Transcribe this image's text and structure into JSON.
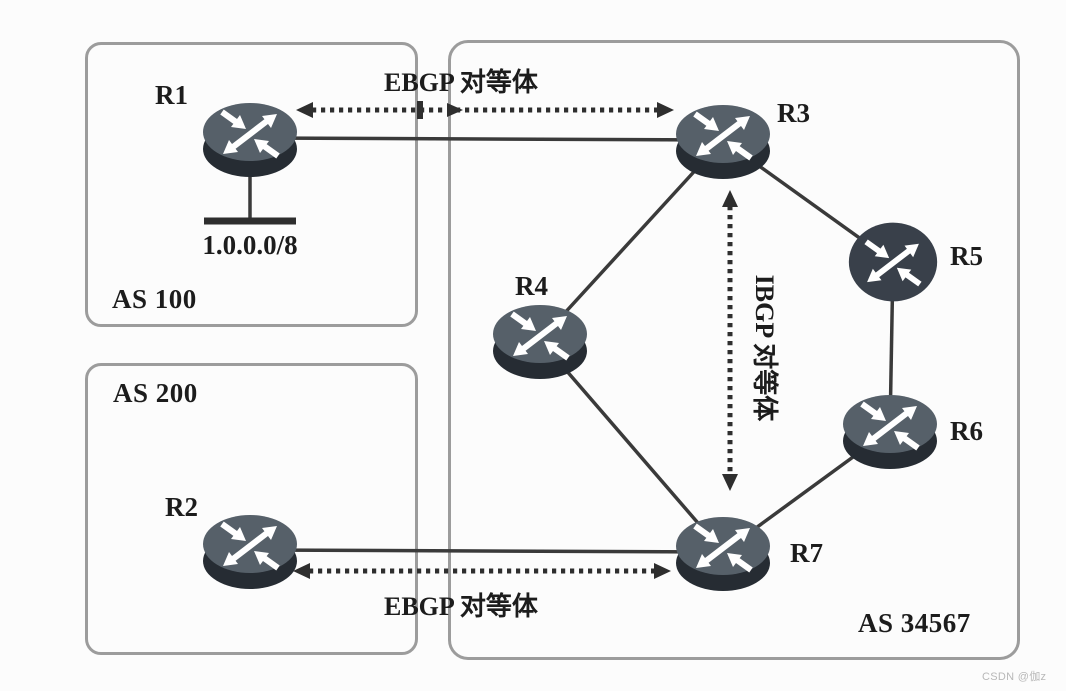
{
  "diagram": {
    "as_boxes": {
      "as100": {
        "label": "AS 100"
      },
      "as200": {
        "label": "AS 200"
      },
      "as34567": {
        "label": "AS 34567"
      }
    },
    "routers": {
      "r1": {
        "label": "R1",
        "icon": "router-icon"
      },
      "r2": {
        "label": "R2",
        "icon": "router-icon"
      },
      "r3": {
        "label": "R3",
        "icon": "router-icon"
      },
      "r4": {
        "label": "R4",
        "icon": "router-icon"
      },
      "r5": {
        "label": "R5",
        "icon": "router-icon-dark"
      },
      "r6": {
        "label": "R6",
        "icon": "router-icon"
      },
      "r7": {
        "label": "R7",
        "icon": "router-icon"
      }
    },
    "lan": {
      "label": "1.0.0.0/8",
      "connected_to": "R1"
    },
    "peerings": {
      "ebgp_top": {
        "label": "EBGP 对等体",
        "between": [
          "R1",
          "R3"
        ],
        "style": "dotted-double-arrow"
      },
      "ebgp_bottom": {
        "label": "EBGP 对等体",
        "between": [
          "R2",
          "R7"
        ],
        "style": "dotted-double-arrow"
      },
      "ibgp": {
        "label": "IBGP 对等体",
        "between": [
          "R3",
          "R7"
        ],
        "style": "dotted-double-arrow"
      }
    },
    "links": [
      [
        "R1",
        "R3"
      ],
      [
        "R1",
        "LAN 1.0.0.0/8"
      ],
      [
        "R3",
        "R4"
      ],
      [
        "R3",
        "R5"
      ],
      [
        "R5",
        "R6"
      ],
      [
        "R6",
        "R7"
      ],
      [
        "R4",
        "R7"
      ],
      [
        "R2",
        "R7"
      ]
    ]
  },
  "watermark": {
    "label": "CSDN @伽z"
  },
  "colors": {
    "router_body": "#566069",
    "router_rim": "#262c33",
    "router_dark": "#39404a",
    "arrow_white": "#ffffff",
    "link_line": "#3a3a3a",
    "dotted_arrow": "#2e2e2e",
    "box_border": "#9c9c9c",
    "text": "#1c1c1c",
    "watermark": "#b8b8b8",
    "background": "#fcfcfc"
  }
}
